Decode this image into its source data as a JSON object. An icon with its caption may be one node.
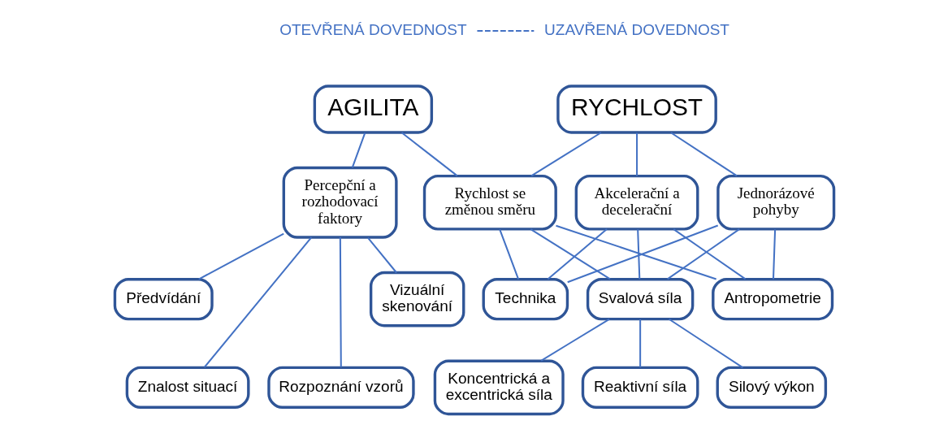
{
  "diagram": {
    "nodes": [
      {
        "text": [
          "AGILITA"
        ]
      },
      {
        "text": [
          "RYCHLOST"
        ]
      },
      {
        "text": [
          "Percepční a rozhodovací faktory"
        ]
      },
      {
        "text": [
          "Rychlost se změnou směru"
        ]
      },
      {
        "text": [
          "Akcelerační a decelerační"
        ]
      },
      {
        "text": [
          "Jednorázové pohyby"
        ]
      },
      {
        "text": [
          "Vizuální skenování"
        ]
      },
      {
        "text": [
          "Předvídání"
        ]
      },
      {
        "text": [
          "Znalost situací"
        ]
      },
      {
        "text": [
          "Rozpoznání vzorů"
        ]
      },
      {
        "text": [
          "Technika"
        ]
      },
      {
        "text": [
          "Svalová síla"
        ]
      },
      {
        "text": [
          "Antropometrie"
        ]
      },
      {
        "text": [
          "Koncentrická a excentrická síla"
        ]
      },
      {
        "text": [
          "Reaktivní síla"
        ]
      },
      {
        "text": [
          "Silový výkon"
        ]
      }
    ],
    "edges": [
      {
        "from": 0,
        "to": 2,
        "arrow": "none"
      },
      {
        "from": 0,
        "to": 3,
        "arrow": "none"
      },
      {
        "from": 1,
        "to": 3,
        "arrow": "none"
      },
      {
        "from": 1,
        "to": 4,
        "arrow": "none"
      },
      {
        "from": 1,
        "to": 5,
        "arrow": "none"
      },
      {
        "from": 2,
        "to": 6,
        "arrow": "none"
      },
      {
        "from": 2,
        "to": 8,
        "arrow": "none"
      },
      {
        "from": 2,
        "to": 9,
        "arrow": "none"
      },
      {
        "from": 2,
        "to": 7,
        "arrow": "none"
      },
      {
        "from": 3,
        "to": 10,
        "arrow": "none"
      },
      {
        "from": 3,
        "to": 11,
        "arrow": "none"
      },
      {
        "from": 3,
        "to": 12,
        "arrow": "none"
      },
      {
        "from": 4,
        "to": 10,
        "arrow": "none"
      },
      {
        "from": 4,
        "to": 11,
        "arrow": "none"
      },
      {
        "from": 4,
        "to": 12,
        "arrow": "none"
      },
      {
        "from": 5,
        "to": 10,
        "arrow": "none"
      },
      {
        "from": 5,
        "to": 11,
        "arrow": "none"
      },
      {
        "from": 5,
        "to": 12,
        "arrow": "none"
      },
      {
        "from": 11,
        "to": 13,
        "arrow": "none"
      },
      {
        "from": 11,
        "to": 14,
        "arrow": "none"
      },
      {
        "from": 11,
        "to": 15,
        "arrow": "none"
      }
    ],
    "labels": [
      "OTEVŘENÁ DOVEDNOST",
      "UZAVŘENÁ DOVEDNOST"
    ]
  }
}
